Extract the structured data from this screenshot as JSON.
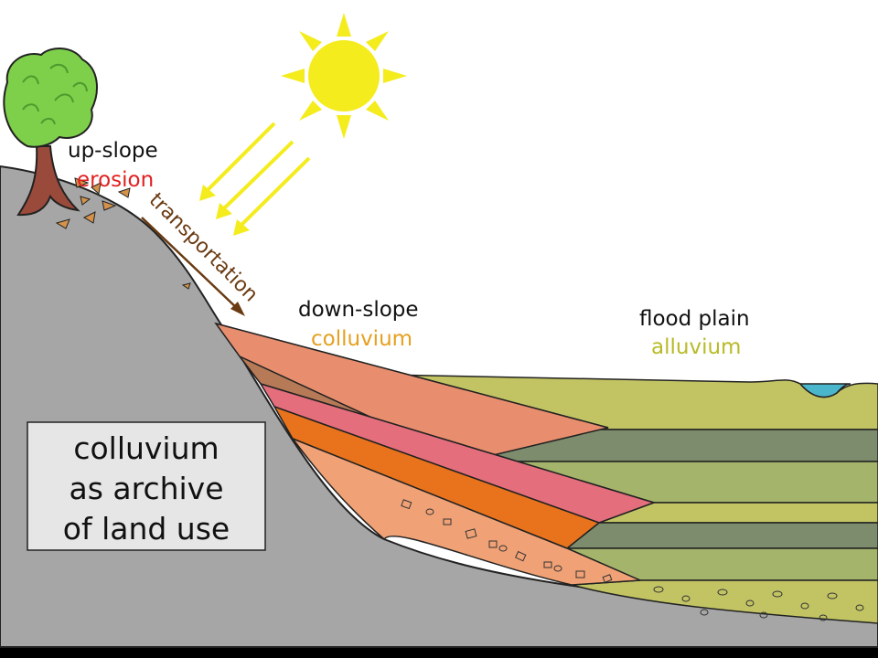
{
  "labels": {
    "upslope": "up-slope",
    "erosion": "erosion",
    "transportation": "transportation",
    "downslope": "down-slope",
    "colluvium": "colluvium",
    "floodplain": "flood plain",
    "alluvium": "alluvium"
  },
  "caption": {
    "line1": "colluvium",
    "line2": "as archive",
    "line3": "of land use"
  },
  "colors": {
    "bedrock": "#a6a6a6",
    "colluvium_orange": "#e8731c",
    "colluvium_salmon": "#e88e6e",
    "colluvium_brown": "#b67a57",
    "colluvium_pink": "#e46e7c",
    "colluvium_light": "#f0a276",
    "alluvium_olive": "#c2c464",
    "alluvium_dark": "#7c8c6c",
    "alluvium_green": "#a4b46a",
    "sun": "#f4ec1c",
    "erosion_text": "#e02020",
    "colluvium_text": "#e6a020",
    "alluvium_text": "#b8bb28",
    "transport_text": "#6a3a12",
    "water": "#4ab6cc"
  }
}
